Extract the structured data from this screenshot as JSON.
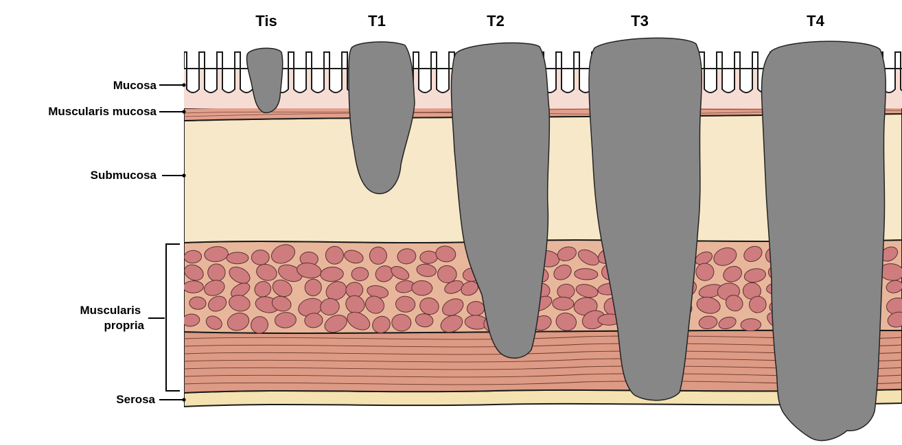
{
  "stages": [
    {
      "label": "Tis"
    },
    {
      "label": "T1"
    },
    {
      "label": "T2"
    },
    {
      "label": "T3"
    },
    {
      "label": "T4"
    }
  ],
  "layers": [
    {
      "label": "Mucosa"
    },
    {
      "label": "Muscularis mucosa"
    },
    {
      "label": "Submucosa"
    },
    {
      "label": "Muscularis\npropria"
    },
    {
      "label": "Serosa"
    }
  ],
  "colors": {
    "mucosa": "#f6ddd4",
    "muscularis_mucosa": "#e2a08c",
    "submucosa": "#f6e8c8",
    "muscle_cells": "#cf7c7f",
    "muscle_matrix": "#e8b79b",
    "longitudinal_muscle": "#dd9a84",
    "serosa": "#f4e2b0",
    "tumor": "#878787"
  }
}
